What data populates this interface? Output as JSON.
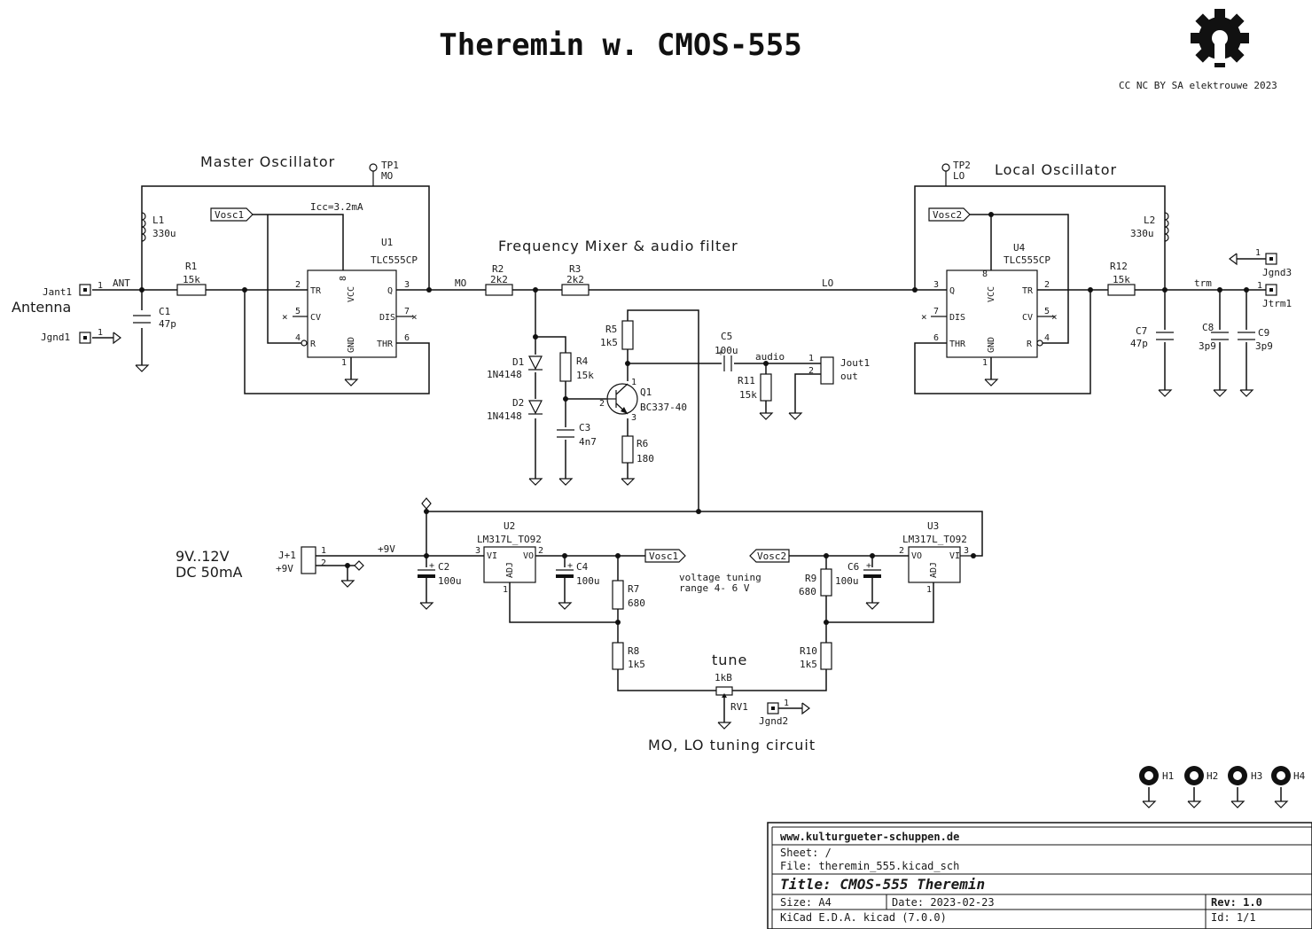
{
  "header": {
    "title": "Theremin w. CMOS-555",
    "license": "CC NC BY SA  elektrouwe  2023",
    "logo_icon": "open-hardware-gear-icon"
  },
  "sections": {
    "master": "Master Oscillator",
    "local": "Local Oscillator",
    "mixer": "Frequency Mixer & audio filter",
    "tuning": "MO, LO tuning circuit",
    "tune_label": "tune",
    "supply1": "9V..12V",
    "supply2": "DC 50mA",
    "antenna": "Antenna",
    "vnote1": "voltage tuning",
    "vnote2": "range 4- 6 V"
  },
  "nets": {
    "ant": "ANT",
    "mo": "MO",
    "lo": "LO",
    "trm": "trm",
    "audio": "audio",
    "v9": "+9V",
    "vosc1": "Vosc1",
    "vosc2": "Vosc2",
    "icc": "Icc=3.2mA"
  },
  "components": {
    "tp1": {
      "ref": "TP1",
      "val": "MO"
    },
    "tp2": {
      "ref": "TP2",
      "val": "LO"
    },
    "l1": {
      "ref": "L1",
      "val": "330u"
    },
    "l2": {
      "ref": "L2",
      "val": "330u"
    },
    "r1": {
      "ref": "R1",
      "val": "15k"
    },
    "r2": {
      "ref": "R2",
      "val": "2k2"
    },
    "r3": {
      "ref": "R3",
      "val": "2k2"
    },
    "r4": {
      "ref": "R4",
      "val": "15k"
    },
    "r5": {
      "ref": "R5",
      "val": "1k5"
    },
    "r6": {
      "ref": "R6",
      "val": "180"
    },
    "r7": {
      "ref": "R7",
      "val": "680"
    },
    "r8": {
      "ref": "R8",
      "val": "1k5"
    },
    "r9": {
      "ref": "R9",
      "val": "680"
    },
    "r10": {
      "ref": "R10",
      "val": "1k5"
    },
    "r11": {
      "ref": "R11",
      "val": "15k"
    },
    "r12": {
      "ref": "R12",
      "val": "15k"
    },
    "c1": {
      "ref": "C1",
      "val": "47p"
    },
    "c2": {
      "ref": "C2",
      "val": "100u"
    },
    "c3": {
      "ref": "C3",
      "val": "4n7"
    },
    "c4": {
      "ref": "C4",
      "val": "100u"
    },
    "c5": {
      "ref": "C5",
      "val": "100u"
    },
    "c6": {
      "ref": "C6",
      "val": "100u"
    },
    "c7": {
      "ref": "C7",
      "val": "47p"
    },
    "c8": {
      "ref": "C8",
      "val": "3p9"
    },
    "c9": {
      "ref": "C9",
      "val": "3p9"
    },
    "d1": {
      "ref": "D1",
      "val": "1N4148"
    },
    "d2": {
      "ref": "D2",
      "val": "1N4148"
    },
    "q1": {
      "ref": "Q1",
      "val": "BC337-40"
    },
    "u1": {
      "ref": "U1",
      "val": "TLC555CP"
    },
    "u4": {
      "ref": "U4",
      "val": "TLC555CP"
    },
    "u2": {
      "ref": "U2",
      "val": "LM317L_TO92"
    },
    "u3": {
      "ref": "U3",
      "val": "LM317L_TO92"
    },
    "rv1": {
      "ref": "RV1",
      "val": "1kB"
    },
    "jant1": "Jant1",
    "jgnd1": "Jgnd1",
    "jgnd2": "Jgnd2",
    "jgnd3": "Jgnd3",
    "jtrm1": "Jtrm1",
    "jout1": "Jout1",
    "jout1_val": "out",
    "jp1": "J+1",
    "jp1_val": "+9V",
    "h1": "H1",
    "h2": "H2",
    "h3": "H3",
    "h4": "H4"
  },
  "pins": {
    "tr": "TR",
    "cv": "CV",
    "r": "R",
    "q": "Q",
    "dis": "DIS",
    "thr": "THR",
    "vcc": "VCC",
    "gnd": "GND",
    "vi": "VI",
    "vo": "VO",
    "adj": "ADJ",
    "n1": "1",
    "n2": "2",
    "n3": "3",
    "n4": "4",
    "n5": "5",
    "n6": "6",
    "n7": "7",
    "n8": "8"
  },
  "title_block": {
    "url": "www.kulturgueter-schuppen.de",
    "sheet": "Sheet: /",
    "file": "File: theremin_555.kicad_sch",
    "title": "Title: CMOS-555 Theremin",
    "size": "Size: A4",
    "date": "Date: 2023-02-23",
    "rev": "Rev: 1.0",
    "tool": "KiCad E.D.A.  kicad (7.0.0)",
    "id": "Id: 1/1"
  }
}
